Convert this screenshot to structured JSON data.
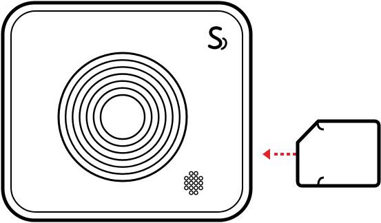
{
  "colors": {
    "outline": "#000000",
    "background": "#ffffff",
    "arrow": "#e0242b"
  },
  "camera": {
    "lens_ring_count": 7,
    "brand_logo_icon": "cobra-logo-icon",
    "speaker_icon": "speaker-grille-icon",
    "speaker_hole_rows": [
      2,
      4,
      4,
      4,
      2
    ]
  },
  "sd_card": {
    "icon": "sd-card-icon"
  },
  "arrow": {
    "icon": "dotted-arrow-left-icon",
    "direction": "left"
  }
}
